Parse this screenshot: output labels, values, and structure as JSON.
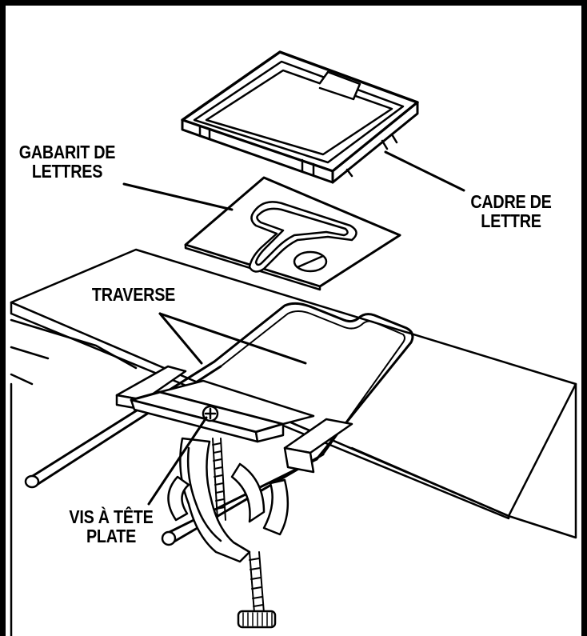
{
  "labels": {
    "letter_template": {
      "line1": "GABARIT DE",
      "line2": "LETTRES"
    },
    "letter_frame": {
      "line1": "CADRE DE",
      "line2": "LETTRE"
    },
    "crossbar": "TRAVERSE",
    "flat_head_screw": {
      "line1": "VIS À TÊTE",
      "line2": "PLATE"
    }
  }
}
